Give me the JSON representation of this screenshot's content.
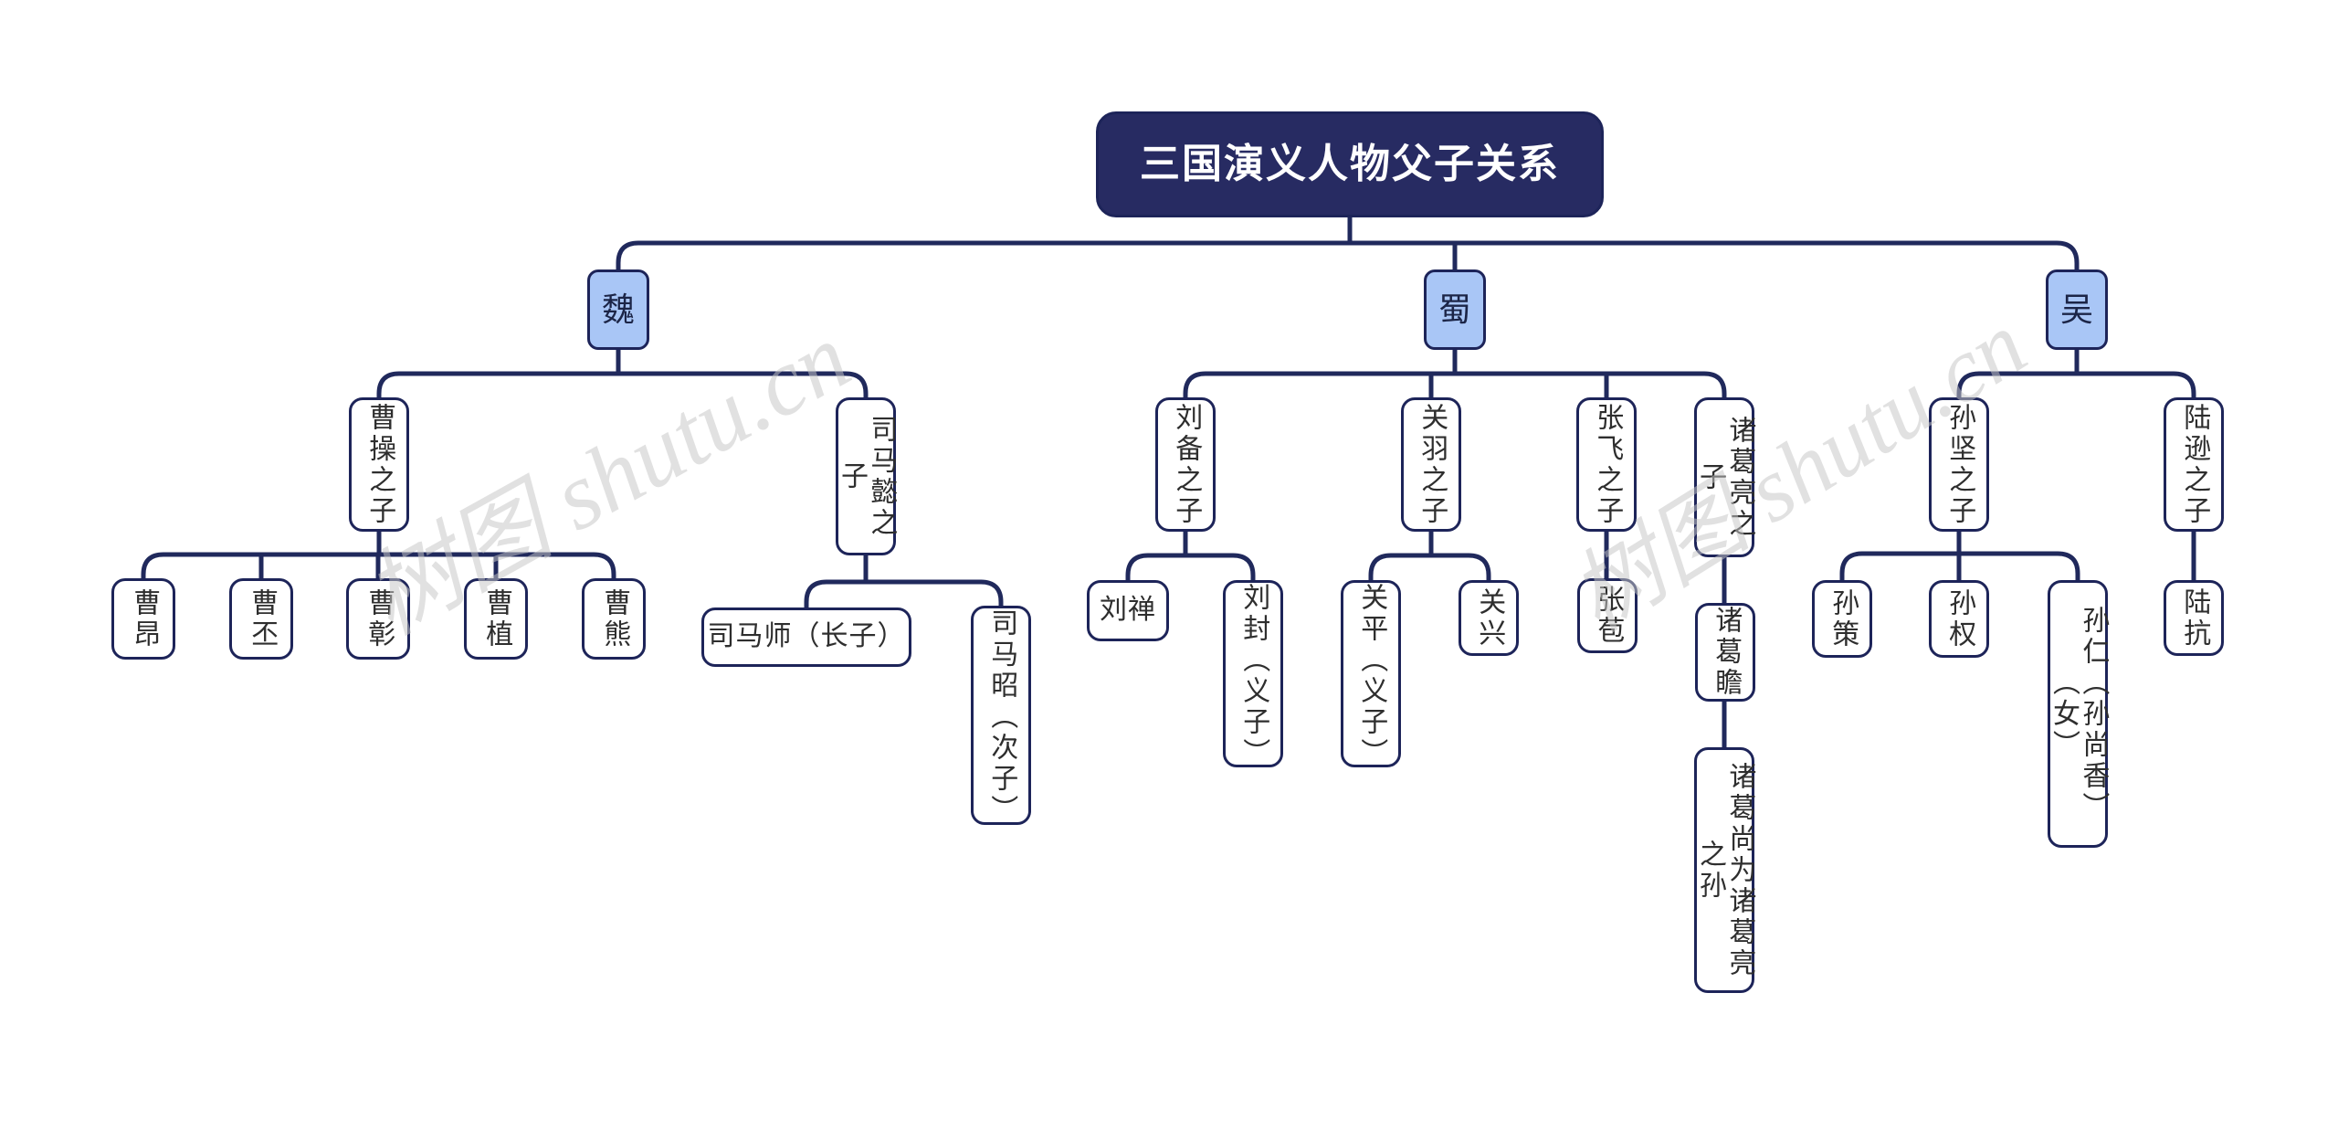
{
  "title": "三国演义人物父子关系",
  "watermark": {
    "text": "树图 shutu.cn"
  },
  "colors": {
    "root_fill": "#272b62",
    "kingdom_fill": "#a9c6f6",
    "node_border": "#1d2459",
    "line": "#20295c",
    "watermark_gray": "#c7c7c7"
  },
  "tree": {
    "root": {
      "label": "三国演义人物父子关系"
    },
    "branches": [
      {
        "label": "魏",
        "children": [
          {
            "label": "曹操之子",
            "children": [
              {
                "label": "曹昂"
              },
              {
                "label": "曹丕"
              },
              {
                "label": "曹彰"
              },
              {
                "label": "曹植"
              },
              {
                "label": "曹熊"
              }
            ]
          },
          {
            "label": "司马懿之子",
            "children": [
              {
                "label": "司马师（长子）"
              },
              {
                "label": "司马昭（次子）"
              }
            ]
          }
        ]
      },
      {
        "label": "蜀",
        "children": [
          {
            "label": "刘备之子",
            "children": [
              {
                "label": "刘禅"
              },
              {
                "label": "刘封（义子）"
              }
            ]
          },
          {
            "label": "关羽之子",
            "children": [
              {
                "label": "关平（义子）"
              },
              {
                "label": "关兴"
              }
            ]
          },
          {
            "label": "张飞之子",
            "children": [
              {
                "label": "张苞"
              }
            ]
          },
          {
            "label": "诸葛亮之子",
            "children": [
              {
                "label": "诸葛瞻",
                "children": [
                  {
                    "label": "诸葛尚为诸葛亮之孙"
                  }
                ]
              }
            ]
          }
        ]
      },
      {
        "label": "吴",
        "children": [
          {
            "label": "孙坚之子",
            "children": [
              {
                "label": "孙策"
              },
              {
                "label": "孙权"
              },
              {
                "label": "孙仁（孙尚香）（女）"
              }
            ]
          },
          {
            "label": "陆逊之子",
            "children": [
              {
                "label": "陆抗"
              }
            ]
          }
        ]
      }
    ]
  }
}
